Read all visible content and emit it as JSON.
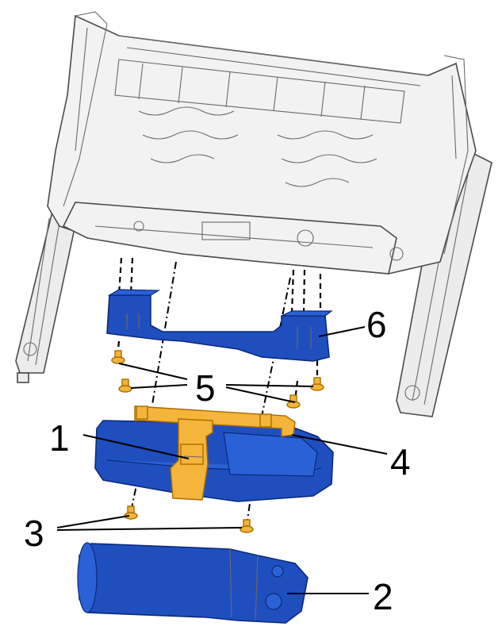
{
  "callouts": {
    "c1": "1",
    "c2": "2",
    "c3": "3",
    "c4": "4",
    "c5": "5",
    "c6": "6"
  },
  "colors": {
    "component_blue": "#1f4fbf",
    "component_orange": "#f5b43a",
    "frame_grey": "#f2f2f2"
  }
}
